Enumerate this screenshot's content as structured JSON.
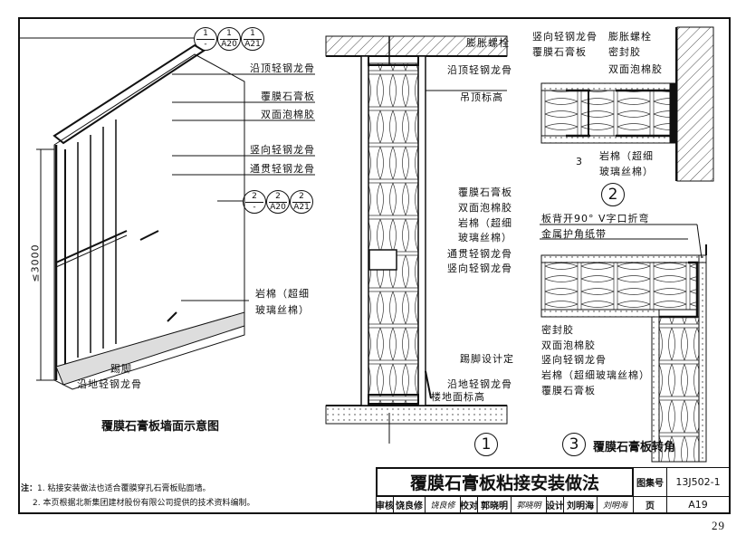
{
  "overview": {
    "refs_1": [
      {
        "top": "1",
        "bottom": "-"
      },
      {
        "top": "1",
        "bottom": "A20"
      },
      {
        "top": "1",
        "bottom": "A21"
      }
    ],
    "refs_2": [
      {
        "top": "2",
        "bottom": "-"
      },
      {
        "top": "2",
        "bottom": "A20"
      },
      {
        "top": "2",
        "bottom": "A21"
      }
    ],
    "label_top_track": "沿顶轻钢龙骨",
    "label_board": "覆膜石膏板",
    "label_tape": "双面泡棉胶",
    "label_vertical_stud": "竖向轻钢龙骨",
    "label_through_channel": "通贯轻钢龙骨",
    "label_wool_1": "岩棉（超细",
    "label_wool_2": "玻璃丝棉）",
    "label_skirting": "踢脚",
    "label_floor_track": "沿地轻钢龙骨",
    "height_dim": "≤3000",
    "caption": "覆膜石膏板墙面示意图"
  },
  "detail1": {
    "label_anchor": "膨胀螺栓",
    "label_top_track": "沿顶轻钢龙骨",
    "label_ceiling_level": "吊顶标高",
    "label_board": "覆膜石膏板",
    "label_tape": "双面泡棉胶",
    "label_wool_1": "岩棉（超细",
    "label_wool_2": "玻璃丝棉）",
    "label_through_channel": "通贯轻钢龙骨",
    "label_vertical_stud": "竖向轻钢龙骨",
    "label_skirting": "踢脚设计定",
    "label_floor_track": "沿地轻钢龙骨",
    "label_floor_level": "楼地面标高",
    "number": "1"
  },
  "detail2": {
    "label_vertical_stud": "竖向轻钢龙骨",
    "label_board": "覆膜石膏板",
    "label_anchor": "膨胀螺栓",
    "label_sealant": "密封胶",
    "label_tape": "双面泡棉胶",
    "label_wool_1": "岩棉（超细",
    "label_wool_2": "玻璃丝棉）",
    "gap": "3",
    "number": "2"
  },
  "detail3": {
    "label_vgroove": "板背开90° V字口折弯",
    "label_corner_tape": "金属护角纸带",
    "label_sealant": "密封胶",
    "label_tape": "双面泡棉胶",
    "label_vertical_stud": "竖向轻钢龙骨",
    "label_wool": "岩棉（超细玻璃丝棉）",
    "label_board": "覆膜石膏板",
    "number": "3",
    "caption": "覆膜石膏板转角"
  },
  "notes": {
    "prefix": "注：",
    "items": [
      "1. 粘接安装做法也适合覆膜穿孔石膏板贴面墙。",
      "2. 本页根据北新集团建材股份有限公司提供的技术资料编制。"
    ]
  },
  "title_block": {
    "title": "覆膜石膏板粘接安装做法",
    "atlas_label": "图集号",
    "atlas_no": "13J502-1",
    "review_label": "审核",
    "reviewer": "饶良修",
    "reviewer_sign": "饶良修",
    "check_label": "校对",
    "checker": "郭晓明",
    "checker_sign": "郭晓明",
    "design_label": "设计",
    "designer": "刘明海",
    "designer_sign": "刘明海",
    "page_label": "页",
    "page_no": "A19"
  },
  "page_number": "29"
}
